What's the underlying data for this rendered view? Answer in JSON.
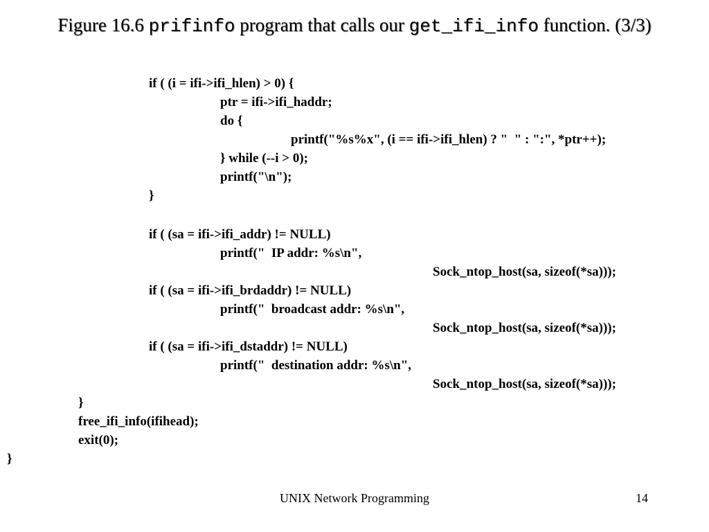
{
  "slide": {
    "title": {
      "figure_label": "Figure 16.6 ",
      "program_name": "prifinfo",
      "middle_text": "  program that calls our ",
      "function_name": "get_ifi_info",
      "end_text": " function. (3/3)"
    },
    "code_lines": [
      "if ( (i = ifi->ifi_hlen) > 0) {",
      "ptr = ifi->ifi_haddr;",
      "do {",
      "printf(\"%s%x\", (i == ifi->ifi_hlen) ? \"  \" : \":\", *ptr++);",
      "} while (--i > 0);",
      "printf(\"\\n\");",
      "}",
      "if ( (sa = ifi->ifi_addr) != NULL)",
      "printf(\"  IP addr: %s\\n\",",
      "Sock_ntop_host(sa, sizeof(*sa)));",
      "if ( (sa = ifi->ifi_brdaddr) != NULL)",
      "printf(\"  broadcast addr: %s\\n\",",
      "Sock_ntop_host(sa, sizeof(*sa)));",
      "if ( (sa = ifi->ifi_dstaddr) != NULL)",
      "printf(\"  destination addr: %s\\n\",",
      "Sock_ntop_host(sa, sizeof(*sa)));",
      "}",
      "free_ifi_info(ifihead);",
      "exit(0);",
      "}"
    ],
    "footer": {
      "course_title": "UNIX Network Programming",
      "page_number": "14"
    }
  }
}
